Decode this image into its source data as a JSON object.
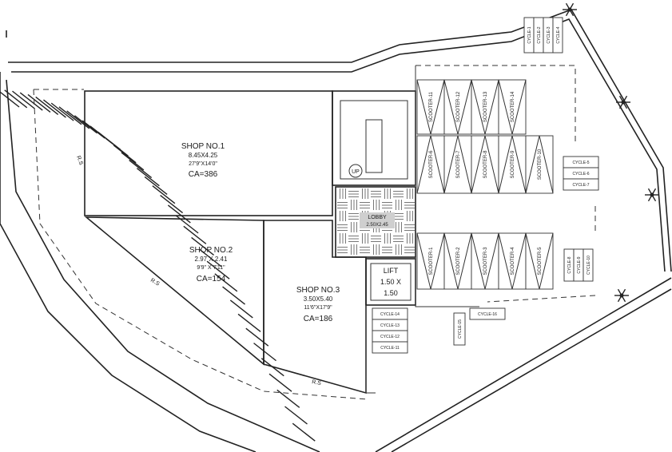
{
  "shops": [
    {
      "name": "SHOP NO.1",
      "dims_m": "8.45X4.25",
      "dims_ft": "27'9\"X14'0\"",
      "area": "CA=386"
    },
    {
      "name": "SHOP NO.2",
      "dims_m": "2.97 X 2.41",
      "dims_ft": "9'9\" X 7'11\"",
      "area": "CA=154"
    },
    {
      "name": "SHOP NO.3",
      "dims_m": "3.50X5.40",
      "dims_ft": "11'6\"X17'9\"",
      "area": "CA=186"
    }
  ],
  "lift": {
    "label": "LIFT",
    "size_line1": "1.50 X",
    "size_line2": "1.50"
  },
  "lobby": {
    "label": "LOBBY",
    "dims": "2.50X2.45"
  },
  "stair_label": "UP",
  "setback_labels": [
    "R.S",
    "R.S",
    "R.S"
  ],
  "scooters_top": [
    "SCOOTER-11",
    "SCOOTER-12",
    "SCOOTER-13",
    "SCOOTER-14"
  ],
  "scooters_middle": [
    "SCOOTER-6",
    "SCOOTER-7",
    "SCOOTER-8",
    "SCOOTER-9",
    "SCOOTER-10"
  ],
  "scooters_bottom": [
    "SCOOTER-1",
    "SCOOTER-2",
    "SCOOTER-3",
    "SCOOTER-4",
    "SCOOTER-5"
  ],
  "cycles_top": [
    "CYCLE-1",
    "CYCLE-2",
    "CYCLE-3",
    "CYCLE-4"
  ],
  "cycles_right": [
    "CYCLE-5",
    "CYCLE-6",
    "CYCLE-7"
  ],
  "cycles_right_lower": [
    "CYCLE-8",
    "CYCLE-9",
    "CYCLE-10"
  ],
  "cycles_bottom_left": [
    "CYCLE-14",
    "CYCLE-13",
    "CYCLE-12",
    "CYCLE-11"
  ],
  "cycles_bottom_mid": [
    "CYCLE-15",
    "CYCLE-16"
  ]
}
